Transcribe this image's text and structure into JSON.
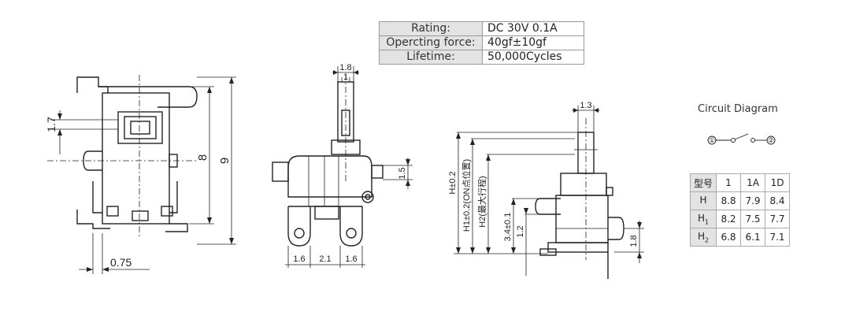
{
  "specs": [
    {
      "label": "Rating:",
      "value": "DC 30V  0.1A"
    },
    {
      "label": "Opercting force:",
      "value": "40gf±10gf"
    },
    {
      "label": "Lifetime:",
      "value": "50,000Cycles"
    }
  ],
  "circuit": {
    "title": "Circuit Diagram",
    "terminal_1": "①",
    "terminal_2": "②"
  },
  "h_table": {
    "header": [
      "型号",
      "1",
      "1A",
      "1D"
    ],
    "rows": [
      {
        "label": "H",
        "sub": "",
        "values": [
          "8.8",
          "7.9",
          "8.4"
        ]
      },
      {
        "label": "H",
        "sub": "1",
        "values": [
          "8.2",
          "7.5",
          "7.7"
        ]
      },
      {
        "label": "H",
        "sub": "2",
        "values": [
          "6.8",
          "6.1",
          "7.1"
        ]
      }
    ]
  },
  "dims": {
    "d_1_7": "1.7",
    "d_8": "8",
    "d_9": "9",
    "d_0_75": "0.75",
    "d_1_8": "1.8",
    "d_1": "1",
    "d_1_5": "1.5",
    "d_1_6a": "1.6",
    "d_2_1": "2.1",
    "d_1_6b": "1.6",
    "d_1_3": "1.3",
    "d_h": "H±0.2",
    "d_h1": "H1±0.2(ON点位置)",
    "d_h2": "H2(最大行程)",
    "d_3_4": "3.4±0.1",
    "d_1_2": "1.2",
    "d_1_8b": "1.8"
  }
}
